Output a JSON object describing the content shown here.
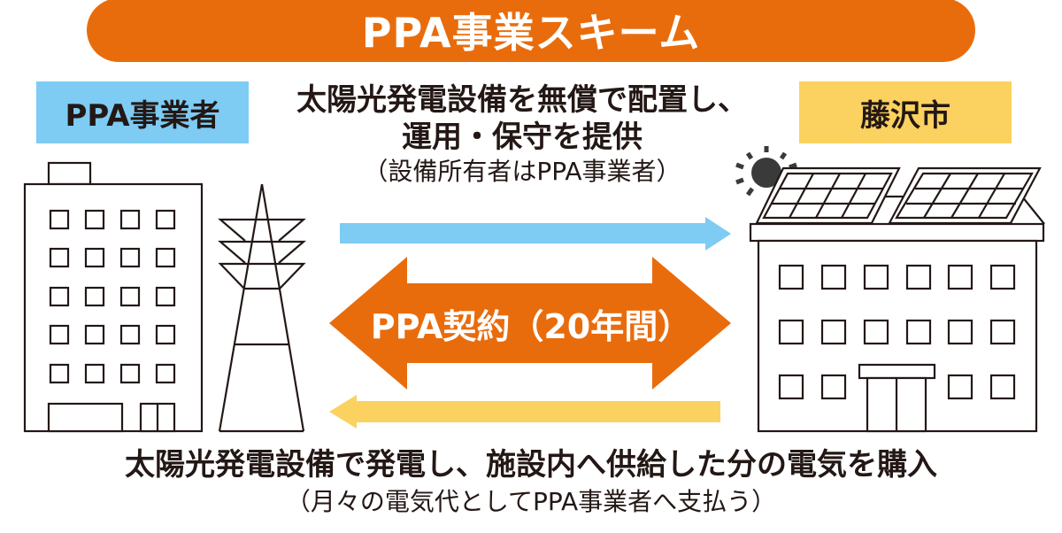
{
  "title": "PPA事業スキーム",
  "left_party": {
    "label": "PPA事業者",
    "color": "#7ecbf3"
  },
  "right_party": {
    "label": "藤沢市",
    "color": "#fbd15f"
  },
  "top_flow": {
    "line1": "太陽光発電設備を無償で配置し、",
    "line2": "運用・保守を提供",
    "line3": "（設備所有者はPPA事業者）",
    "arrow_color": "#7ecbf3",
    "direction": "left-to-right"
  },
  "contract": {
    "label": "PPA契約（20年間）",
    "arrow_color": "#e96c0c",
    "direction": "both"
  },
  "bottom_flow": {
    "line1": "太陽光発電設備で発電し、施設内へ供給した分の電気を購入",
    "line2": "（月々の電気代としてPPA事業者へ支払う）",
    "arrow_color": "#fbd15f",
    "direction": "right-to-left"
  },
  "colors": {
    "title_bg": "#e96c0c",
    "text": "#231815",
    "line": "#231815",
    "sun": "#3a3a3a"
  },
  "illustrations": {
    "left": [
      "office-building",
      "transmission-tower"
    ],
    "right": [
      "city-building-with-solar-panels",
      "sun"
    ]
  }
}
